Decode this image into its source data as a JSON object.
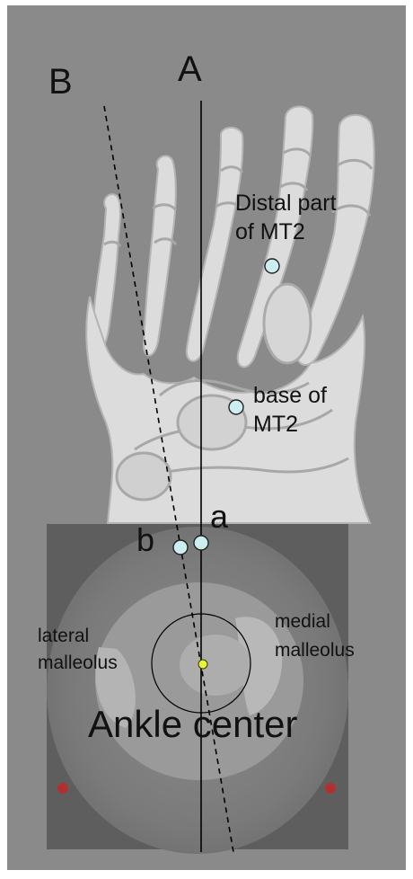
{
  "labels": {
    "line_a": "A",
    "line_b": "B",
    "point_a": "a",
    "point_b": "b",
    "distal_mt2_line1": "Distal part",
    "distal_mt2_line2": "of MT2",
    "base_mt2_line1": "base of",
    "base_mt2_line2": "MT2",
    "lateral_line1": "lateral",
    "lateral_line2": "malleolus",
    "medial_line1": "medial",
    "medial_line2": "malleolus",
    "ankle_center": "Ankle center"
  },
  "colors": {
    "background": "#8a8a8a",
    "bone": "#dcdcdc",
    "ct_panel": "#5e5e5e",
    "marker_fill": "#cdeef0",
    "center_marker": "#e6f53a",
    "fiducial": "#b03030"
  }
}
